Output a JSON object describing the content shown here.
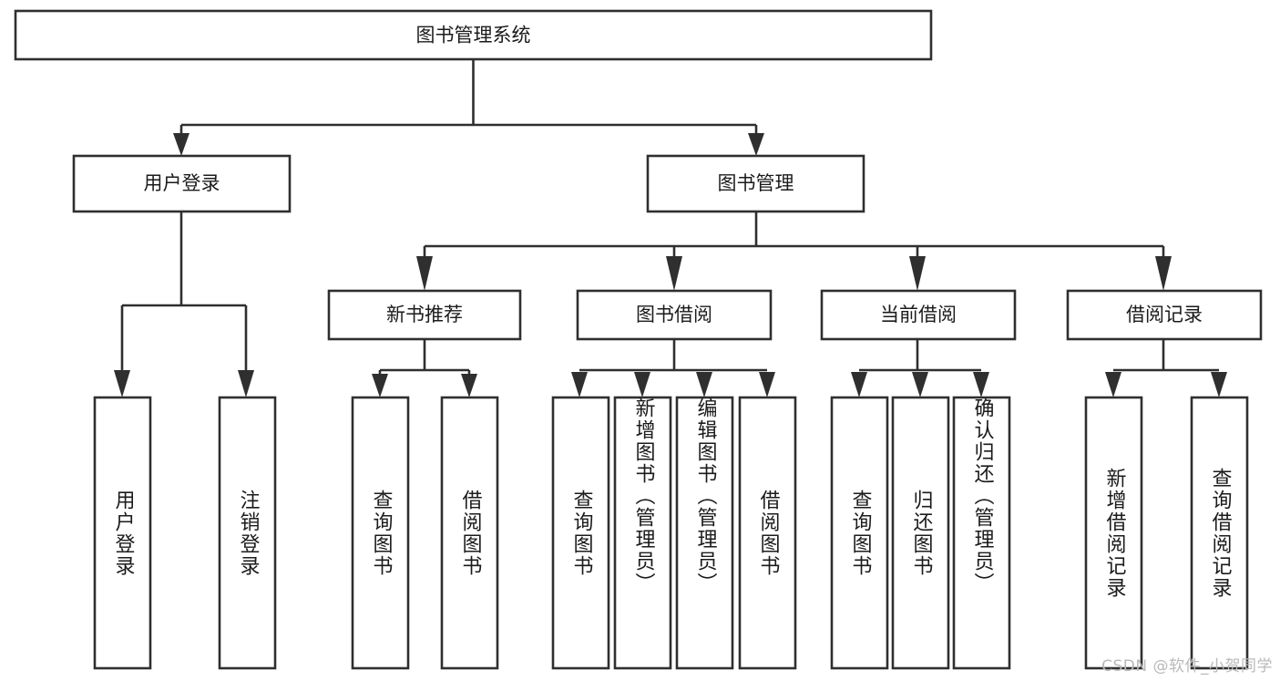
{
  "diagram": {
    "title": "图书管理系统",
    "type": "function-structure-tree",
    "watermark": "CSDN @软件_小贺同学",
    "colors": {
      "box_stroke": "#2f2f2f",
      "box_fill": "#ffffff",
      "text": "#1b1b1b",
      "background": "#ffffff",
      "watermark": "#b9b9b9"
    },
    "root": {
      "label": "图书管理系统"
    },
    "level2": [
      {
        "label": "用户登录"
      },
      {
        "label": "图书管理"
      }
    ],
    "level3": [
      {
        "label": "新书推荐"
      },
      {
        "label": "图书借阅"
      },
      {
        "label": "当前借阅"
      },
      {
        "label": "借阅记录"
      }
    ],
    "leaves": {
      "user_login": [
        {
          "label": "用户登录"
        },
        {
          "label": "注销登录"
        }
      ],
      "new_book_recommend": [
        {
          "label": "查询图书"
        },
        {
          "label": "借阅图书"
        }
      ],
      "book_borrow": [
        {
          "label": "查询图书"
        },
        {
          "label": "新增图书（管理员）"
        },
        {
          "label": "编辑图书（管理员）"
        },
        {
          "label": "借阅图书"
        }
      ],
      "current_borrow": [
        {
          "label": "查询图书"
        },
        {
          "label": "归还图书"
        },
        {
          "label": "确认归还（管理员）"
        }
      ],
      "borrow_record": [
        {
          "label": "新增借阅记录"
        },
        {
          "label": "查询借阅记录"
        }
      ]
    }
  }
}
